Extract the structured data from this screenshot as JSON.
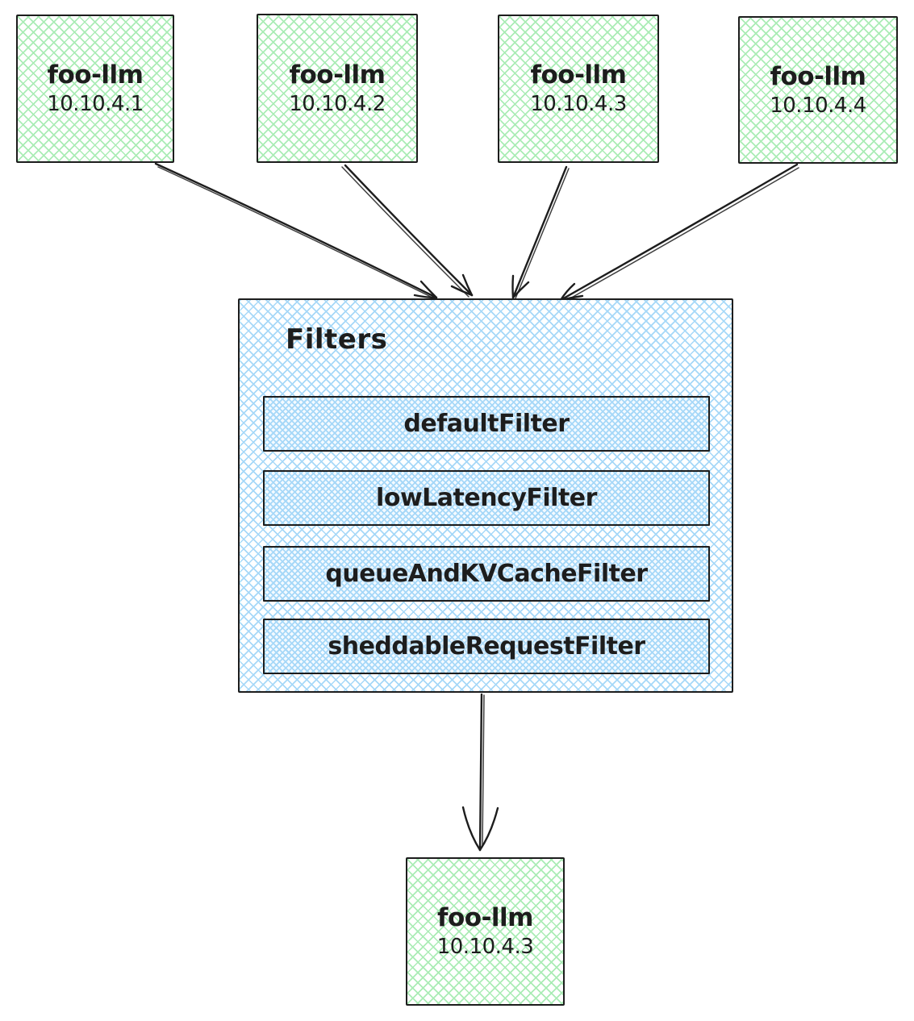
{
  "nodes": [
    {
      "name": "foo-llm",
      "ip": "10.10.4.1"
    },
    {
      "name": "foo-llm",
      "ip": "10.10.4.2"
    },
    {
      "name": "foo-llm",
      "ip": "10.10.4.3"
    },
    {
      "name": "foo-llm",
      "ip": "10.10.4.4"
    }
  ],
  "filters": {
    "title": "Filters",
    "items": [
      "defaultFilter",
      "lowLatencyFilter",
      "queueAndKVCacheFilter",
      "sheddableRequestFilter"
    ]
  },
  "result_node": {
    "name": "foo-llm",
    "ip": "10.10.4.3"
  },
  "edges": [
    {
      "from": "foo-llm 10.10.4.1",
      "to": "Filters"
    },
    {
      "from": "foo-llm 10.10.4.2",
      "to": "Filters"
    },
    {
      "from": "foo-llm 10.10.4.3",
      "to": "Filters"
    },
    {
      "from": "foo-llm 10.10.4.4",
      "to": "Filters"
    },
    {
      "from": "Filters",
      "to": "foo-llm 10.10.4.3"
    }
  ],
  "colors": {
    "node_fill_hatch": "#aaecb5",
    "filters_fill_hatch": "#a6d8f8",
    "stroke": "#1d1d1d",
    "background": "#ffffff"
  }
}
